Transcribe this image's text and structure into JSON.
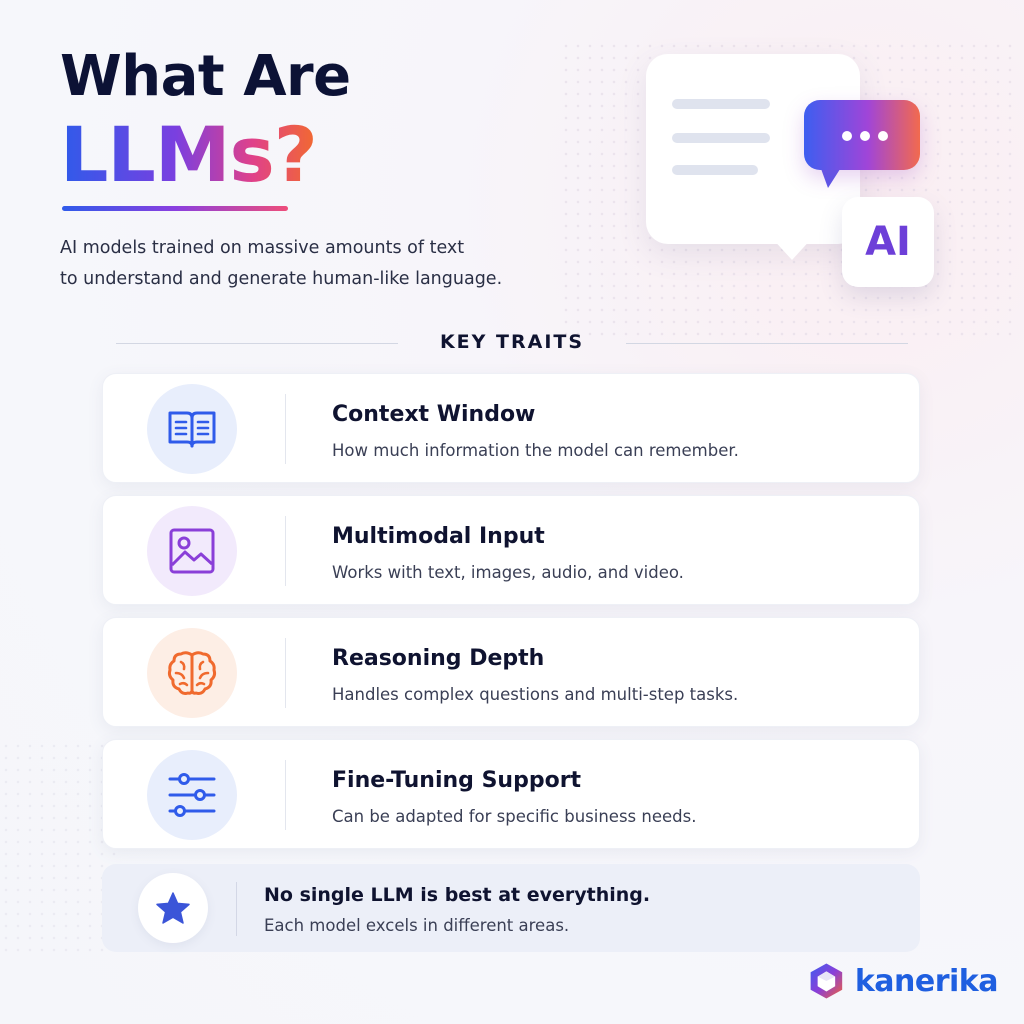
{
  "header": {
    "title_line1": "What Are",
    "title_line2": "LLMs?",
    "subtitle_line1": "AI models trained on massive amounts of text",
    "subtitle_line2": "to understand and generate human-like language."
  },
  "illustration": {
    "badge_text": "AI"
  },
  "traits": {
    "section_label": "KEY TRAITS",
    "items": [
      {
        "title": "Context Window",
        "description": "How much information the model can remember.",
        "icon": "book-icon",
        "color": "#2f5bea"
      },
      {
        "title": "Multimodal Input",
        "description": "Works with text, images, audio, and video.",
        "icon": "image-icon",
        "color": "#8a3fd8"
      },
      {
        "title": "Reasoning Depth",
        "description": "Handles complex questions and multi-step tasks.",
        "icon": "brain-icon",
        "color": "#f06a2e"
      },
      {
        "title": "Fine-Tuning Support",
        "description": "Can be adapted for specific business needs.",
        "icon": "sliders-icon",
        "color": "#2f5bea"
      }
    ]
  },
  "note": {
    "title": "No single LLM is best at everything.",
    "description": "Each model excels in different areas.",
    "icon": "star-icon"
  },
  "brand": {
    "name": "kanerika",
    "color": "#1f5fe0"
  }
}
